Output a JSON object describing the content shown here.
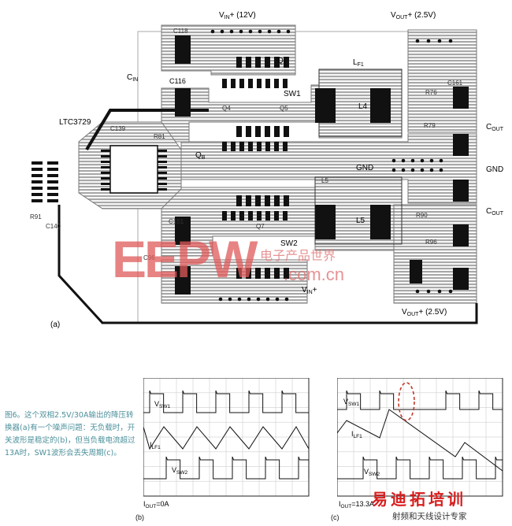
{
  "pcb": {
    "labels": {
      "vin_top": "V",
      "vin_top_sub": "IN",
      "vin_top_tail": "+ (12V)",
      "vout_top": "V",
      "vout_top_sub": "OUT",
      "vout_top_tail": "+ (2.5V)",
      "vout_bot": "V",
      "vout_bot_sub": "OUT",
      "vout_bot_tail": "+ (2.5V)",
      "vin_bot": "V",
      "vin_bot_sub": "IN",
      "vin_bot_tail": "+",
      "cin": "C",
      "cin_sub": "IN",
      "ltc": "LTC3729",
      "c116": "C116",
      "sw1": "SW1",
      "sw2": "SW2",
      "qt": "Q",
      "qt_sub": "T",
      "qb": "Q",
      "qb_sub": "B",
      "lf1": "L",
      "lf1_sub": "F1",
      "l4": "L4",
      "l5": "L5",
      "gnd_mid": "GND",
      "gnd_right": "GND",
      "cout1": "C",
      "cout1_sub": "OUT",
      "cout2": "C",
      "cout2_sub": "OUT",
      "panel_a": "(a)",
      "silk_c118": "C118",
      "silk_q4": "Q4",
      "silk_q5": "Q5",
      "silk_r76": "R76",
      "silk_c161": "C161",
      "silk_r79": "R79",
      "silk_c139": "C139",
      "silk_r81": "R81",
      "silk_r91": "R91",
      "silk_c140": "C140",
      "silk_r90": "R90",
      "silk_r96": "R96",
      "silk_c151": "C151",
      "silk_q7": "Q7",
      "silk_c96": "C96",
      "silk_l5": "L5"
    }
  },
  "scope_b": {
    "panel": "(b)",
    "vsw1": "V",
    "vsw1_sub": "SW1",
    "ilf1": "I",
    "ilf1_sub": "LF1",
    "vsw2": "V",
    "vsw2_sub": "SW2",
    "iout": "I",
    "iout_sub": "OUT",
    "iout_val": "=0A"
  },
  "scope_c": {
    "panel": "(c)",
    "vsw1": "V",
    "vsw1_sub": "SW1",
    "ilf1": "I",
    "ilf1_sub": "LF1",
    "vsw2": "V",
    "vsw2_sub": "SW2",
    "iout": "I",
    "iout_sub": "OUT",
    "iout_val": "=13.3A"
  },
  "caption": "图6。这个双相2.5V/30A输出的降压转换器(a)有一个噪声问题：无负载时，开关波形是稳定的(b)，但当负载电流超过13A时，SW1波形会丢失周期(c)。",
  "watermark": {
    "site_cn": "电子产品世界",
    "site_url": ".com.cn",
    "logo_cn": "易迪拓培训",
    "logo_sub": "射频和天线设计专家"
  },
  "colors": {
    "trace": "#9a9a9a",
    "pad": "#111111",
    "scope_grid": "#cfcfcf",
    "watermark_red": "#d81e1e",
    "caption": "#4a8f9a",
    "highlight": "#c0392b"
  }
}
